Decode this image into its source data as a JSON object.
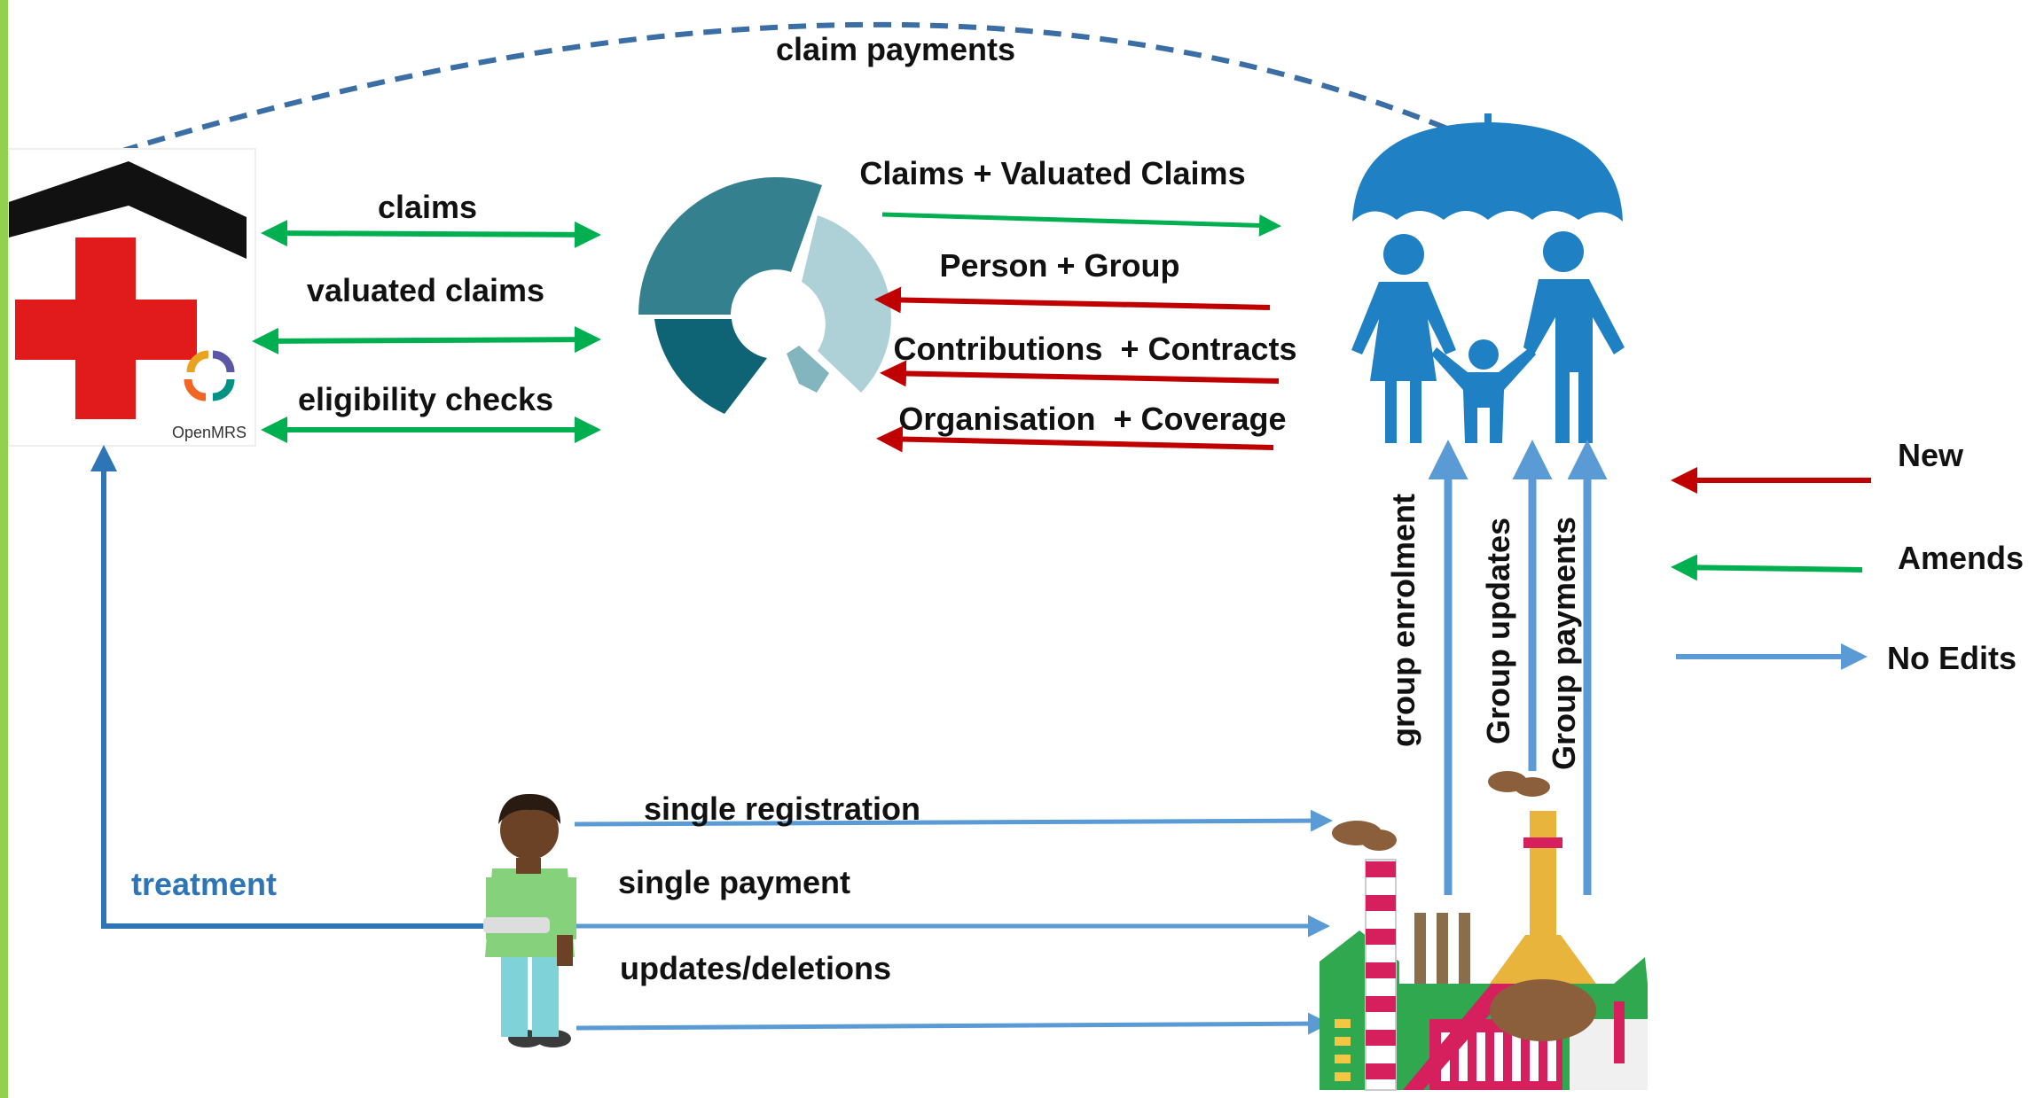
{
  "labels": {
    "claim_payments": "claim payments",
    "claims": "claims",
    "valuated_claims": "valuated claims",
    "eligibility_checks": "eligibility checks",
    "claims_valuated": "Claims + Valuated Claims",
    "person_group": "Person + Group",
    "contributions_contracts": "Contributions  + Contracts",
    "organisation_coverage": "Organisation  + Coverage",
    "group_enrolment": "group enrolment",
    "group_updates": "Group updates",
    "group_payments": "Group payments",
    "treatment": "treatment",
    "single_registration": "single registration",
    "single_payment": "single payment",
    "updates_deletions": "updates/deletions"
  },
  "openmrs_logo_text": "OpenMRS",
  "legend": {
    "new": "New",
    "amends": "Amends",
    "no_edits": "No Edits"
  },
  "colors": {
    "new": "#c00000",
    "amends": "#00b050",
    "no_edits": "#5b9bd5",
    "dashed": "#3a6ea5",
    "treatment_text": "#2e75b6",
    "umbrella": "#1f80c4",
    "left_bar": "#92d050"
  }
}
